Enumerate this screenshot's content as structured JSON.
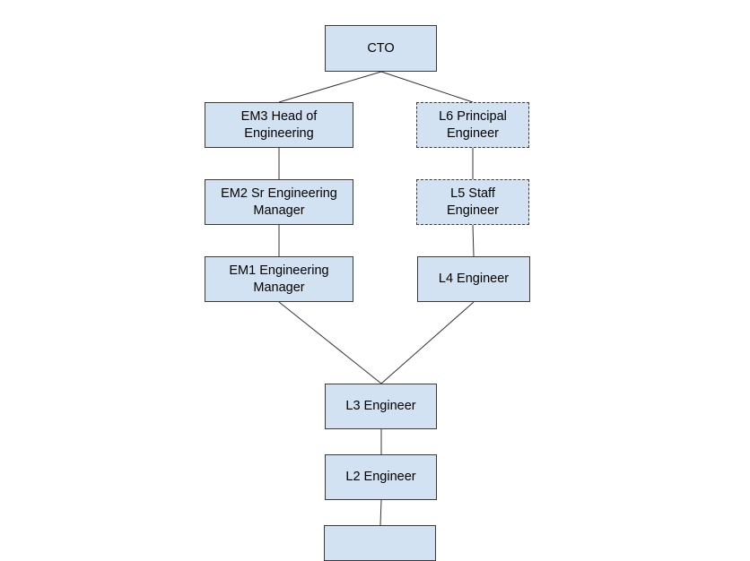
{
  "colors": {
    "node_fill": "#d3e2f3",
    "node_border": "#3a3a3a",
    "connector": "#333333",
    "background": "#ffffff"
  },
  "nodes": {
    "cto": {
      "label": "CTO"
    },
    "em3": {
      "label": "EM3 Head of Engineering"
    },
    "l6": {
      "label": "L6 Principal Engineer",
      "border": "dashed"
    },
    "em2": {
      "label": "EM2 Sr Engineering Manager"
    },
    "l5": {
      "label": "L5 Staff Engineer",
      "border": "dashed"
    },
    "em1": {
      "label": "EM1 Engineering Manager"
    },
    "l4": {
      "label": "L4 Engineer"
    },
    "l3": {
      "label": "L3 Engineer"
    },
    "l2": {
      "label": "L2 Engineer"
    },
    "l1": {
      "label": ""
    }
  },
  "edges": [
    {
      "from": "CTO",
      "to": "EM3 Head of Engineering"
    },
    {
      "from": "CTO",
      "to": "L6 Principal Engineer"
    },
    {
      "from": "EM3 Head of Engineering",
      "to": "EM2 Sr Engineering Manager"
    },
    {
      "from": "EM2 Sr Engineering Manager",
      "to": "EM1 Engineering Manager"
    },
    {
      "from": "L6 Principal Engineer",
      "to": "L5 Staff Engineer"
    },
    {
      "from": "L5 Staff Engineer",
      "to": "L4 Engineer"
    },
    {
      "from": "EM1 Engineering Manager",
      "to": "L3 Engineer"
    },
    {
      "from": "L4 Engineer",
      "to": "L3 Engineer"
    },
    {
      "from": "L3 Engineer",
      "to": "L2 Engineer"
    },
    {
      "from": "L2 Engineer",
      "to": ""
    }
  ]
}
